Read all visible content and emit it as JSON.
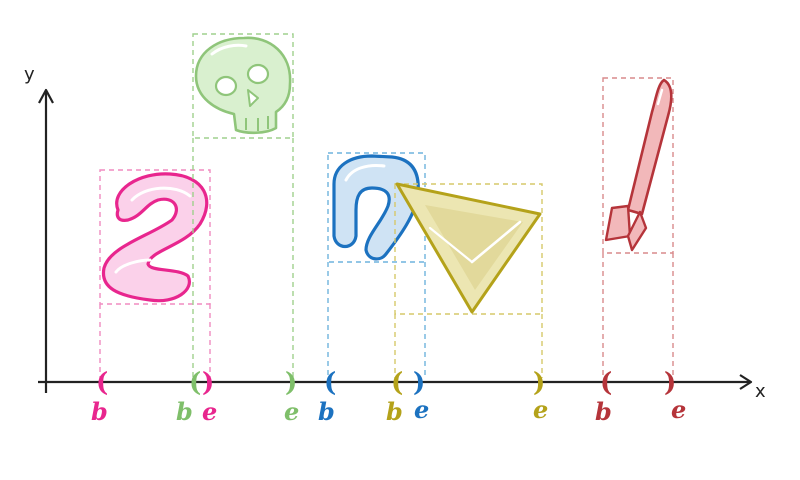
{
  "axes": {
    "x_label": "x",
    "y_label": "y"
  },
  "colors": {
    "pink": "#e8268e",
    "green": "#7fbf6a",
    "blue": "#1c72c0",
    "olive": "#b4a21a",
    "red": "#b5343a",
    "axis": "#222222"
  },
  "markers": {
    "b_open": "(",
    "e_close": ")",
    "b_label": "b",
    "e_label": "e"
  },
  "shapes": [
    {
      "id": "two",
      "icon": "digit-2-icon",
      "color": "pink"
    },
    {
      "id": "skull",
      "icon": "skull-icon",
      "color": "green"
    },
    {
      "id": "arch",
      "icon": "n-arch-icon",
      "color": "blue"
    },
    {
      "id": "triangle",
      "icon": "triangle-icon",
      "color": "olive"
    },
    {
      "id": "rocket",
      "icon": "rocket-icon",
      "color": "red"
    }
  ]
}
